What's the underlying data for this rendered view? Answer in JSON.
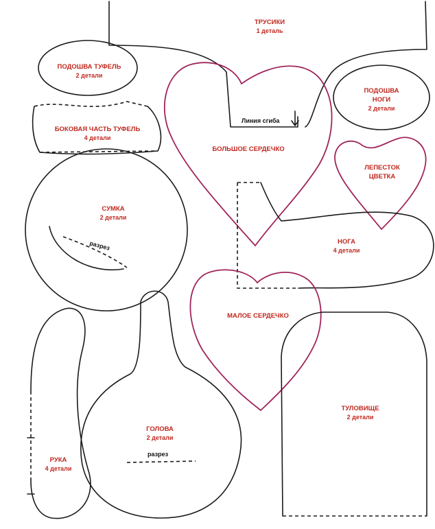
{
  "pieces": {
    "panties": {
      "name": "ТРУСИКИ",
      "count": "1 деталь"
    },
    "shoe_sole": {
      "name": "ПОДОШВА ТУФЕЛЬ",
      "count": "2 детали"
    },
    "shoe_side": {
      "name": "БОКОВАЯ ЧАСТЬ ТУФЕЛЬ",
      "count": "4 детали"
    },
    "foot_sole": {
      "name_line1": "ПОДОШВА",
      "name_line2": "НОГИ",
      "count": "2 детали"
    },
    "big_heart": {
      "name": "БОЛЬШОЕ СЕРДЕЧКО"
    },
    "fold_line": {
      "label": "Линия сгиба"
    },
    "petal": {
      "name_line1": "ЛЕПЕСТОК",
      "name_line2": "ЦВЕТКА"
    },
    "bag": {
      "name": "СУМКА",
      "count": "2 детали",
      "cut_label": "разрез"
    },
    "leg": {
      "name": "НОГА",
      "count": "4 детали"
    },
    "small_heart": {
      "name": "МАЛОЕ СЕРДЕЧКО"
    },
    "torso": {
      "name": "ТУЛОВИЩЕ",
      "count": "2 детали"
    },
    "head": {
      "name": "ГОЛОВА",
      "count": "2 детали",
      "cut_label": "разрез"
    },
    "arm": {
      "name": "РУКА",
      "count": "4 детали"
    }
  },
  "colors": {
    "outline": "#1a1a1a",
    "heart_stroke": "#a0245a",
    "label_red": "#c0281e"
  }
}
